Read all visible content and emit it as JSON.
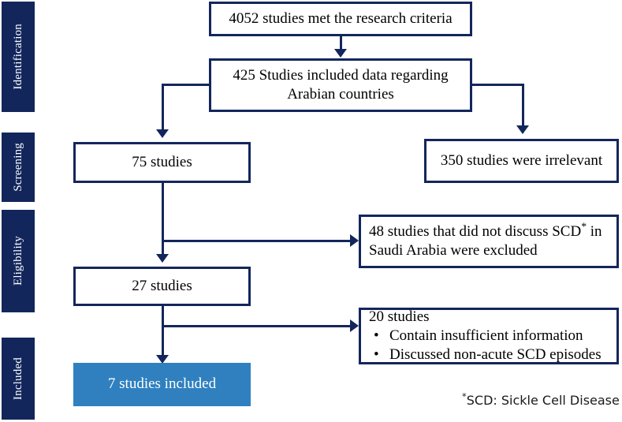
{
  "figure": {
    "title": "PRISMA-style study selection flow diagram",
    "colors": {
      "navy": "#13265C",
      "accent_blue": "#3080BF",
      "box_fill": "#ffffff",
      "text": "#000000",
      "bar_text": "#ffffff"
    }
  },
  "stages": [
    {
      "label": "Identification"
    },
    {
      "label": "Screening"
    },
    {
      "label": "Eligibility"
    },
    {
      "label": "Included"
    }
  ],
  "boxes": {
    "records_identified": {
      "text": "4052 studies met the research criteria"
    },
    "arabian_countries": {
      "line1": "425 Studies included data regarding",
      "line2": "Arabian countries"
    },
    "screened": {
      "text": "75 studies"
    },
    "irrelevant": {
      "text": "350 studies were irrelevant"
    },
    "excluded_scd": {
      "line1_a": "48 studies that did not discuss SCD",
      "line1_star": "*",
      "line1_b": " in",
      "line2": "Saudi Arabia were excluded"
    },
    "eligible": {
      "text": "27 studies"
    },
    "excluded_20": {
      "lead": "20 studies",
      "bullets": [
        "Contain insufficient information",
        "Discussed non-acute SCD episodes"
      ]
    },
    "included": {
      "text": "7 studies included"
    }
  },
  "footnote": {
    "star": "*",
    "text": "SCD: Sickle Cell Disease"
  }
}
